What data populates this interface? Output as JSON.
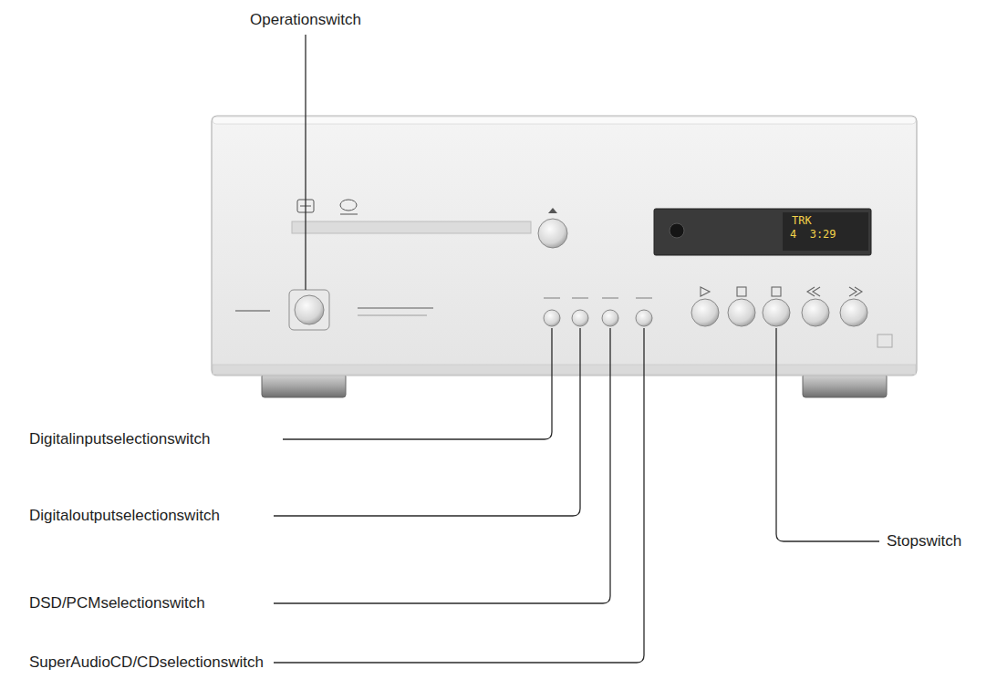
{
  "diagram": {
    "labels": [
      "Operationswitch",
      "Digitalinputselectionswitch",
      "Digitaloutputselectionswitch",
      "DSD/PCMselectionswitch",
      "SuperAudioCD/CDselectionswitch",
      "Stopswitch",
      "TRK",
      "4  3:29"
    ]
  }
}
